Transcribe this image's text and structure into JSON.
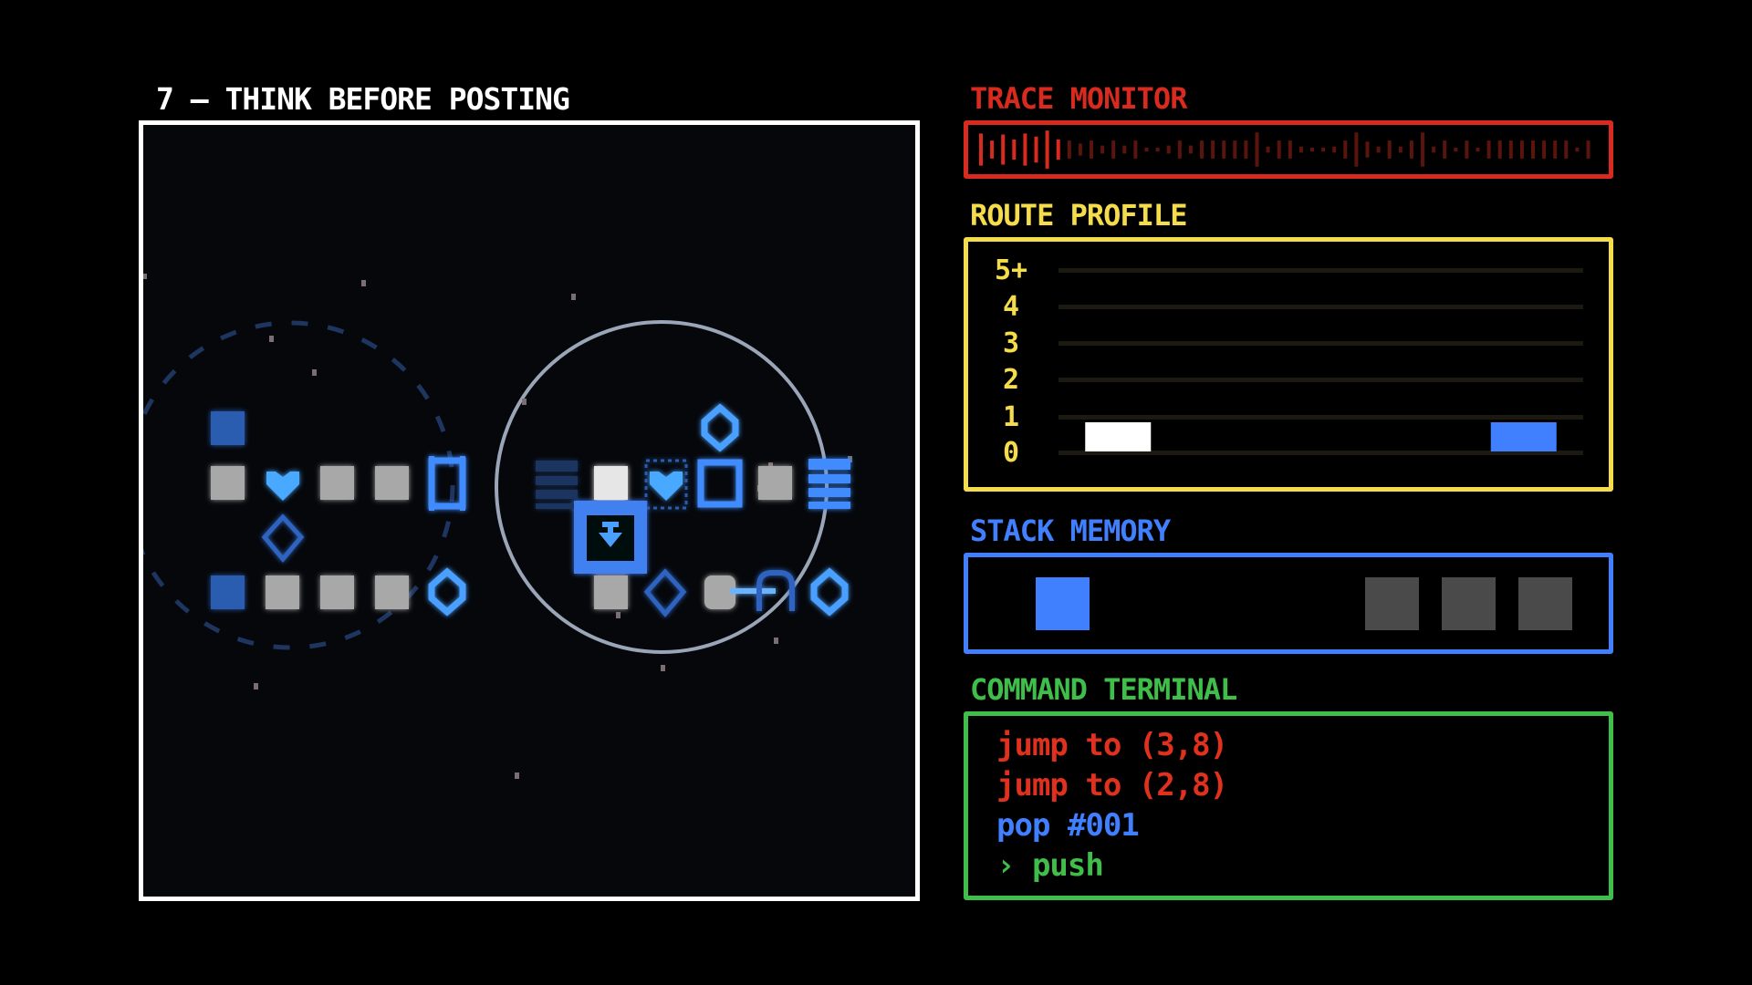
{
  "level": {
    "title": "7 — THINK BEFORE POSTING"
  },
  "panels": {
    "trace": {
      "title": "TRACE MONITOR",
      "color": "#d82a1e",
      "active_ticks": 8,
      "levels": [
        0.8,
        0.45,
        0.75,
        0.5,
        0.8,
        0.65,
        0.95,
        0.5,
        0.45,
        0.3,
        0.45,
        0.2,
        0.45,
        0.2,
        0.45,
        0.1,
        0.1,
        0.2,
        0.45,
        0.2,
        0.45,
        0.45,
        0.45,
        0.45,
        0.45,
        0.85,
        0.15,
        0.45,
        0.45,
        0.15,
        0.1,
        0.1,
        0.15,
        0.45,
        0.85,
        0.4,
        0.15,
        0.45,
        0.15,
        0.45,
        0.85,
        0.15,
        0.45,
        0.1,
        0.45,
        0.1,
        0.45,
        0.45,
        0.45,
        0.45,
        0.45,
        0.45,
        0.45,
        0.45,
        0.1,
        0.45
      ]
    },
    "route": {
      "title": "ROUTE PROFILE",
      "color": "#f5dc4a",
      "y_labels": [
        "5+",
        "4",
        "3",
        "2",
        "1",
        "0"
      ],
      "markers": [
        {
          "position": 0.03,
          "level": 0,
          "color": "#ffffff"
        },
        {
          "position": 0.97,
          "level": 0,
          "color": "#4080ff"
        }
      ]
    },
    "stack": {
      "title": "STACK MEMORY",
      "color": "#4080ff",
      "slots": [
        {
          "state": "active",
          "color": "#4080ff"
        },
        {
          "state": "empty"
        },
        {
          "state": "empty"
        },
        {
          "state": "empty"
        },
        {
          "state": "empty"
        },
        {
          "state": "filled",
          "color": "#4a4a4a"
        },
        {
          "state": "filled",
          "color": "#4a4a4a"
        },
        {
          "state": "filled",
          "color": "#4a4a4a"
        }
      ]
    },
    "terminal": {
      "title": "COMMAND TERMINAL",
      "color": "#3fbf4a",
      "lines": [
        {
          "text": "jump to (3,8)",
          "color": "#e0301e"
        },
        {
          "text": "jump to (2,8)",
          "color": "#e0301e"
        },
        {
          "text": "pop #001",
          "color": "#4080ff"
        },
        {
          "text": "› push",
          "color": "#3fbf4a"
        }
      ]
    }
  }
}
